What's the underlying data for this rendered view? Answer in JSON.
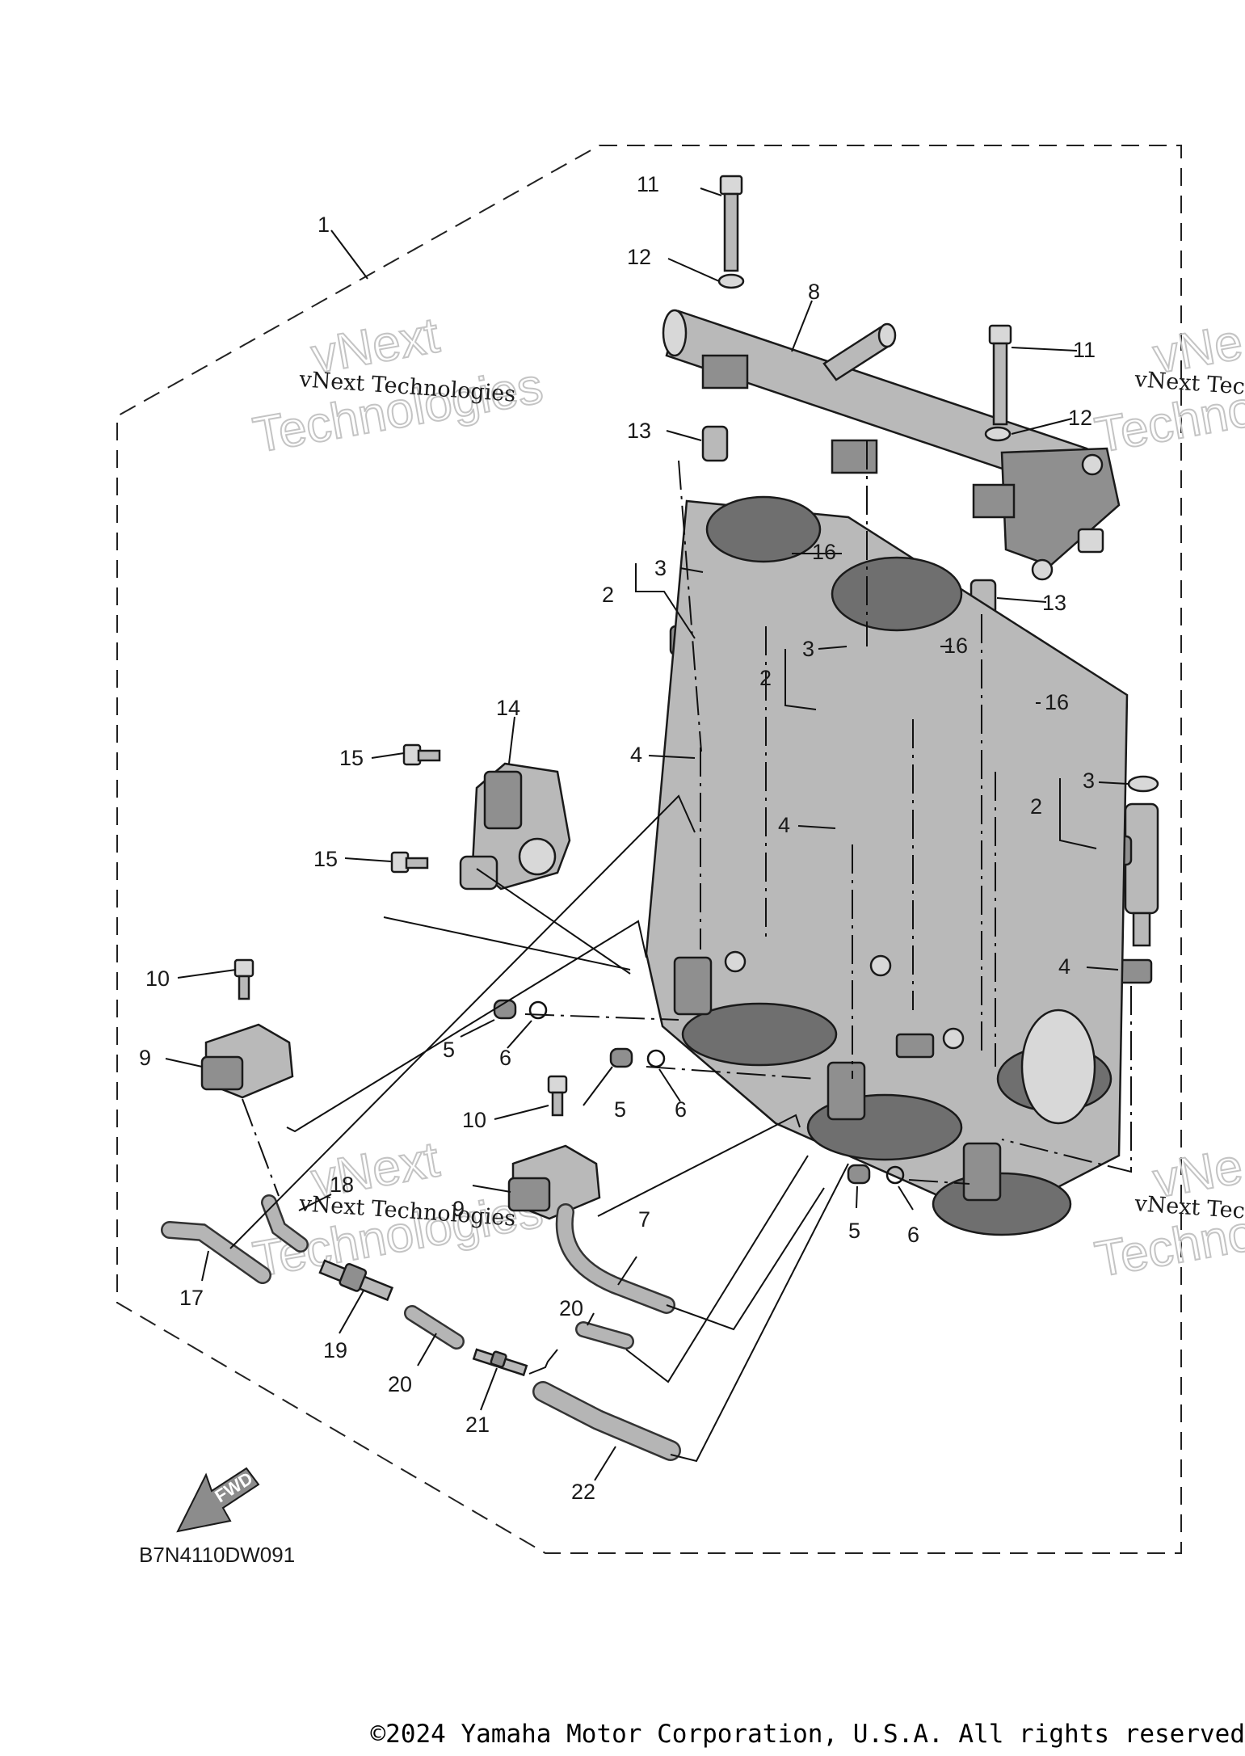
{
  "diagram": {
    "callouts": {
      "c1": "1",
      "c2a": "2",
      "c2b": "2",
      "c2c": "2",
      "c3a": "3",
      "c3b": "3",
      "c3c": "3",
      "c4a": "4",
      "c4b": "4",
      "c4c": "4",
      "c5a": "5",
      "c5b": "5",
      "c5c": "5",
      "c6a": "6",
      "c6b": "6",
      "c6c": "6",
      "c7": "7",
      "c8": "8",
      "c9a": "9",
      "c9b": "9",
      "c10a": "10",
      "c10b": "10",
      "c11a": "11",
      "c11b": "11",
      "c12a": "12",
      "c12b": "12",
      "c13a": "13",
      "c13b": "13",
      "c14": "14",
      "c15a": "15",
      "c15b": "15",
      "c16a": "16",
      "c16b": "16",
      "c16c": "16",
      "c17": "17",
      "c18": "18",
      "c19": "19",
      "c20a": "20",
      "c20b": "20",
      "c21": "21",
      "c22": "22"
    },
    "watermark_line": "vNext Technologies",
    "watermark_big_top": "vNext",
    "watermark_big_bottom": "Technologies",
    "watermark_partial_line": "vNext Tec",
    "watermark_partial_big_top": "vNe",
    "watermark_partial_big_bottom": "Techno",
    "fwd_label": "FWD",
    "drawing_code": "B7N4110DW091"
  },
  "footer": {
    "copyright": "©2024 Yamaha Motor Corporation, U.S.A. All rights reserved"
  }
}
